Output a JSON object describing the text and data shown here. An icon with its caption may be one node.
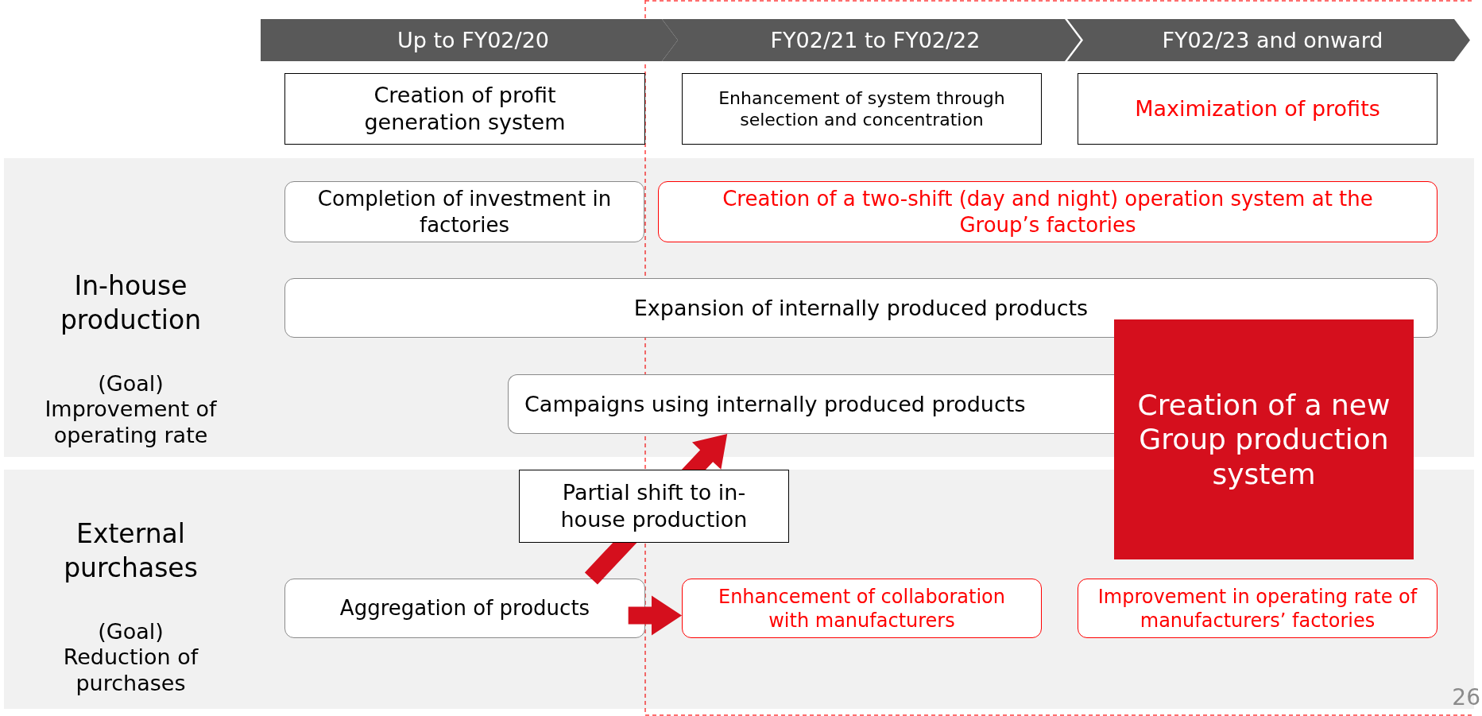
{
  "diagram": {
    "nodes": [
      {
        "text": [
          "Up to FY02/20"
        ]
      },
      {
        "text": [
          "FY02/21 to FY02/22"
        ]
      },
      {
        "text": [
          "FY02/23 and onward"
        ]
      },
      {
        "text": [
          "Creation of profit generation system"
        ]
      },
      {
        "text": [
          "Enhancement of system through selection and concentration"
        ]
      },
      {
        "text": [
          "Maximization of profits"
        ]
      },
      {
        "text": [
          "In-house production",
          "(Goal) Improvement of operating rate"
        ]
      },
      {
        "text": [
          "Completion of investment in factories"
        ],
        "in": 6
      },
      {
        "text": [
          "Creation of a two-shift (day and night) operation system at the Group’s factories"
        ],
        "in": 6
      },
      {
        "text": [
          "Expansion of internally produced products"
        ],
        "in": 6
      },
      {
        "text": [
          "Campaigns using internally produced products"
        ],
        "in": 6
      },
      {
        "text": [
          "External purchases",
          "(Goal) Reduction of purchases"
        ]
      },
      {
        "text": [
          "Aggregation of products"
        ],
        "in": 11
      },
      {
        "text": [
          "Enhancement of collaboration with manufacturers"
        ],
        "in": 11
      },
      {
        "text": [
          "Improvement in operating rate of manufacturers’ factories"
        ],
        "in": 11
      },
      {
        "text": [
          "Creation of a new Group production system"
        ]
      }
    ],
    "edges": [
      {
        "from": 12,
        "to": 10,
        "arrow": "to",
        "label": "Partial shift to in-house production",
        "style": "thick"
      },
      {
        "from": 12,
        "to": 13,
        "arrow": "to",
        "style": "thick"
      }
    ],
    "labels": [
      "26"
    ]
  }
}
